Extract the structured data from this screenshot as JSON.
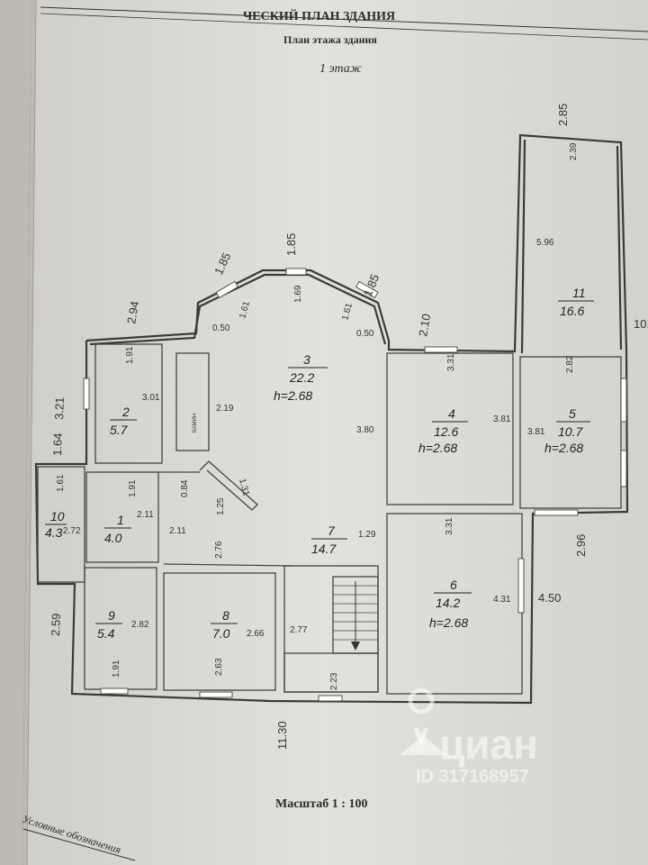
{
  "header": {
    "title": "ЧЕСКИЙ ПЛАН ЗДАНИЯ",
    "subtitle": "План этажа здания",
    "floor": "1 этаж"
  },
  "rooms": [
    {
      "no": "1",
      "area": "4.0",
      "height": ""
    },
    {
      "no": "2",
      "area": "5.7",
      "height": ""
    },
    {
      "no": "3",
      "area": "22.2",
      "height": "h=2.68"
    },
    {
      "no": "4",
      "area": "12.6",
      "height": "h=2.68"
    },
    {
      "no": "5",
      "area": "10.7",
      "height": "h=2.68"
    },
    {
      "no": "6",
      "area": "14.2",
      "height": "h=2.68"
    },
    {
      "no": "7",
      "area": "14.7",
      "height": ""
    },
    {
      "no": "8",
      "area": "7.0",
      "height": ""
    },
    {
      "no": "9",
      "area": "5.4",
      "height": ""
    },
    {
      "no": "10",
      "area": "4.3",
      "height": ""
    },
    {
      "no": "11",
      "area": "16.6",
      "height": ""
    }
  ],
  "fireplace_label": "КАМИН",
  "outer_dims": {
    "d285": "2.85",
    "d185a": "1.85",
    "d185b": "1.85",
    "d185c": "1.85",
    "d294": "2.94",
    "d210": "2.10",
    "d321": "3.21",
    "d164": "1.64",
    "d259": "2.59",
    "d1130": "11.30",
    "d296": "2.96",
    "d450": "4.50",
    "d10": "10."
  },
  "inner_dims": {
    "r11a": "2.39",
    "r11b": "5.96",
    "r3a": "1.69",
    "r3b": "1.61",
    "r3c": "1.61",
    "r3d": "0.50",
    "r3e": "0.50",
    "r2a": "1.91",
    "r2b": "3.01",
    "r3f": "2.19",
    "r3g": "1.31",
    "r4a": "3.31",
    "r4b": "3.80",
    "r4c": "3.81",
    "r5a": "2.82",
    "r5b": "3.81",
    "r1a": "1.91",
    "r1b": "2.11",
    "r1c": "0.84",
    "r1d": "1.25",
    "r10a": "1.61",
    "r10b": "2.72",
    "r7a": "2.11",
    "r8a": "2.76",
    "r7b": "1.29",
    "r6a": "3.31",
    "r6b": "4.31",
    "r9a": "2.82",
    "r8b": "2.66",
    "r7c": "2.77",
    "r9b": "1.91",
    "r8c": "2.63",
    "r7d": "2.23"
  },
  "scale": "Масштаб 1 : 100",
  "legend": "Условные обозначения",
  "watermark": {
    "brand": "циан",
    "id": "ID 317168957"
  }
}
